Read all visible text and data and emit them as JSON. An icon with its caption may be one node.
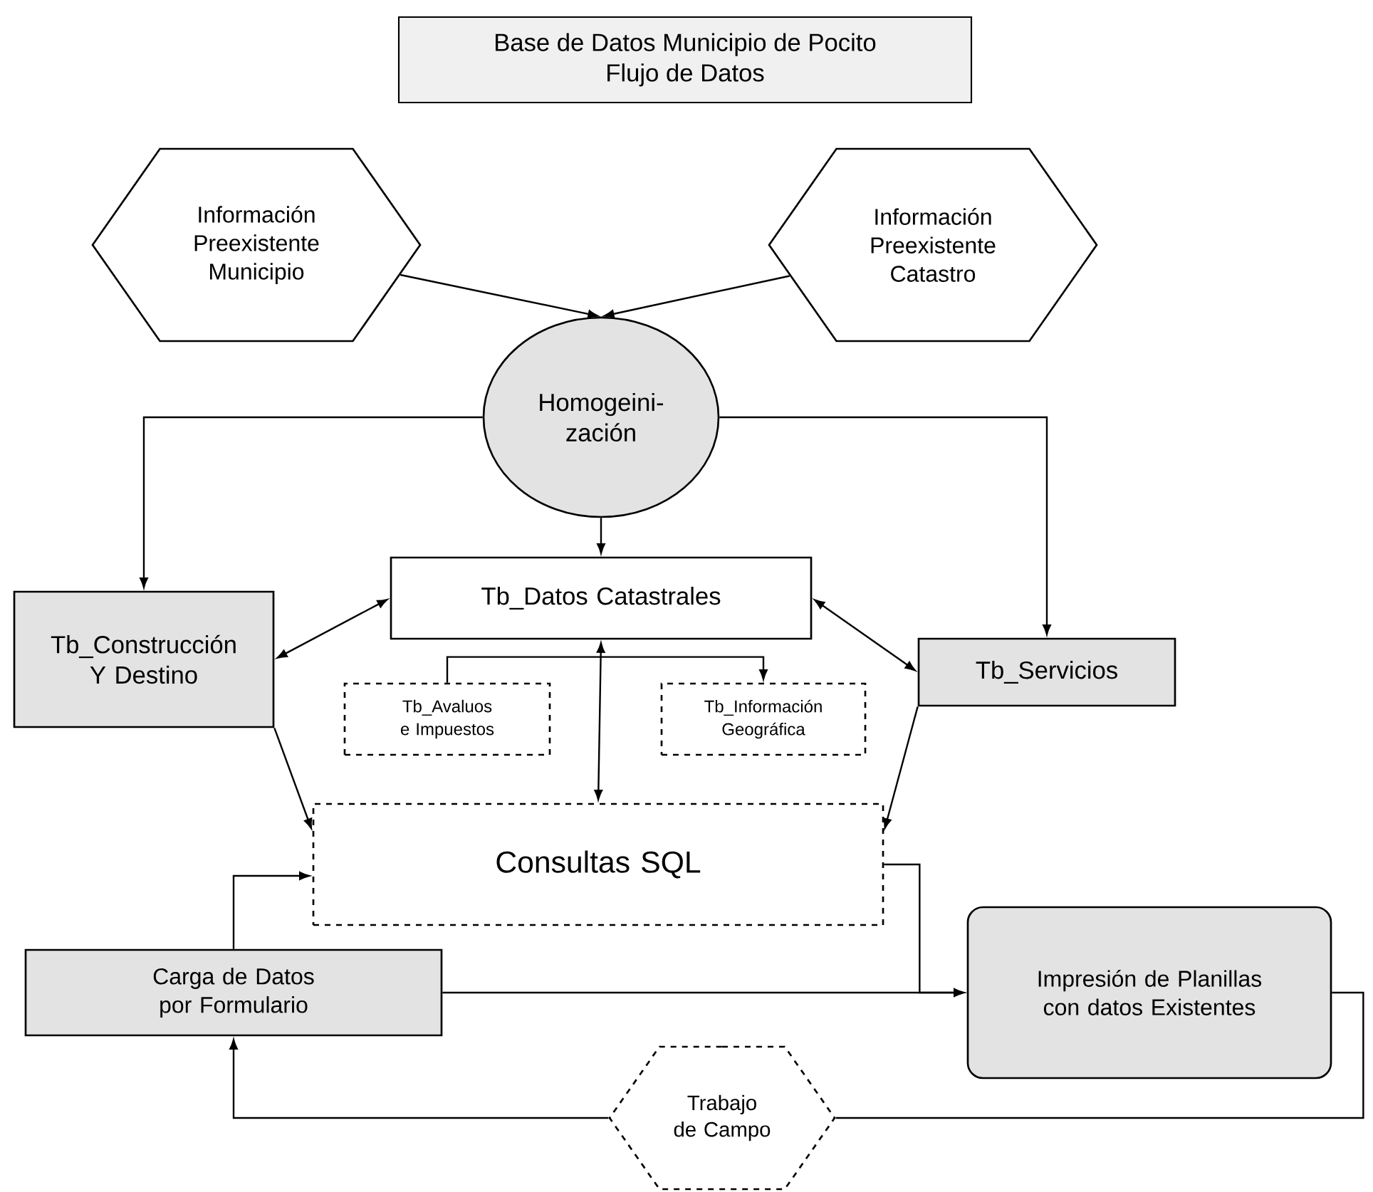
{
  "diagram": {
    "nodes": [
      {
        "text": [
          "Base de Datos Municipio de Pocito",
          "Flujo de Datos"
        ]
      },
      {
        "text": [
          "Información Preexistente Municipio"
        ]
      },
      {
        "text": [
          "Información Preexistente Catastro"
        ]
      },
      {
        "text": [
          "Homogeini- zación"
        ]
      },
      {
        "text": [
          "Tb_Construcción Y Destino"
        ]
      },
      {
        "text": [
          "Tb_Datos Catastrales"
        ]
      },
      {
        "text": [
          "Tb_Servicios"
        ]
      },
      {
        "text": [
          "Tb_Avaluos e Impuestos"
        ]
      },
      {
        "text": [
          "Tb_Información Geográfica"
        ]
      },
      {
        "text": [
          "Consultas SQL"
        ]
      },
      {
        "text": [
          "Carga de Datos por Formulario"
        ]
      },
      {
        "text": [
          "Impresión de Planillas con datos Existentes"
        ]
      },
      {
        "text": [
          "Trabajo de Campo"
        ]
      }
    ],
    "edges": [
      {
        "from": 1,
        "to": 3,
        "arrow": "to"
      },
      {
        "from": 2,
        "to": 3,
        "arrow": "to"
      },
      {
        "from": 3,
        "to": 4,
        "arrow": "to"
      },
      {
        "from": 3,
        "to": 5,
        "arrow": "to"
      },
      {
        "from": 3,
        "to": 6,
        "arrow": "to"
      },
      {
        "from": 4,
        "to": 5,
        "arrow": "both"
      },
      {
        "from": 5,
        "to": 6,
        "arrow": "both"
      },
      {
        "from": 7,
        "to": 8,
        "arrow": "to"
      },
      {
        "from": 5,
        "to": 9,
        "arrow": "both"
      },
      {
        "from": 4,
        "to": 9,
        "arrow": "to"
      },
      {
        "from": 6,
        "to": 9,
        "arrow": "to"
      },
      {
        "from": 10,
        "to": 9,
        "arrow": "to"
      },
      {
        "from": 10,
        "to": 11,
        "arrow": "to"
      },
      {
        "from": 9,
        "to": 11,
        "arrow": "to"
      },
      {
        "from": 11,
        "to": 12,
        "arrow": "none"
      },
      {
        "from": 12,
        "to": 10,
        "arrow": "to"
      }
    ]
  }
}
